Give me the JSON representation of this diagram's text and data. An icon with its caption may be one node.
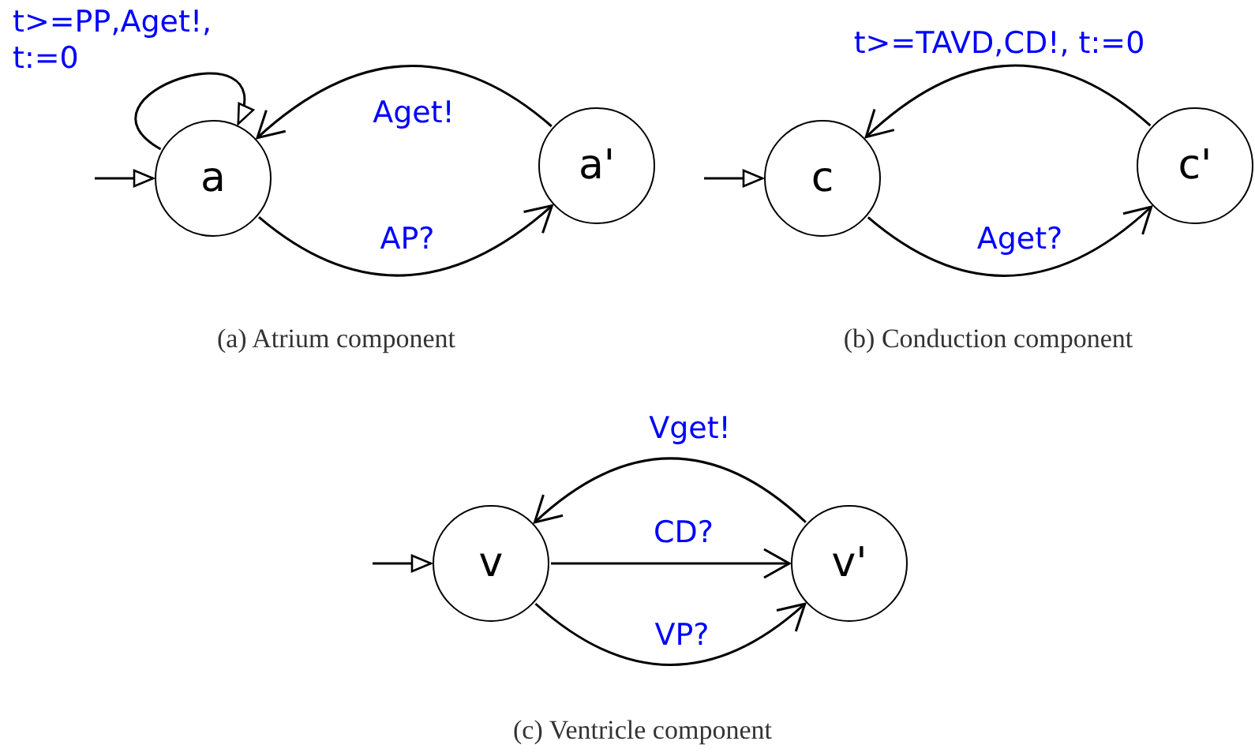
{
  "diagram": {
    "nodes": [
      {
        "text": [
          "a"
        ]
      },
      {
        "text": [
          "a'"
        ]
      },
      {
        "text": [
          "c"
        ]
      },
      {
        "text": [
          "c'"
        ]
      },
      {
        "text": [
          "v"
        ]
      },
      {
        "text": [
          "v'"
        ]
      }
    ],
    "edges": [
      {
        "from": null,
        "to": 0,
        "arrow": "to"
      },
      {
        "from": 0,
        "to": 0,
        "arrow": "to",
        "label": "t>=PP,Aget!, t:=0"
      },
      {
        "from": 1,
        "to": 0,
        "arrow": "to",
        "label": "Aget!"
      },
      {
        "from": 0,
        "to": 1,
        "arrow": "to",
        "label": "AP?"
      },
      {
        "from": null,
        "to": 2,
        "arrow": "to"
      },
      {
        "from": 3,
        "to": 2,
        "arrow": "to",
        "label": "t>=TAVD,CD!, t:=0"
      },
      {
        "from": 2,
        "to": 3,
        "arrow": "to",
        "label": "Aget?"
      },
      {
        "from": null,
        "to": 4,
        "arrow": "to"
      },
      {
        "from": 5,
        "to": 4,
        "arrow": "to",
        "label": "Vget!"
      },
      {
        "from": 4,
        "to": 5,
        "arrow": "to",
        "label": "CD?"
      },
      {
        "from": 4,
        "to": 5,
        "arrow": "to",
        "label": "VP?"
      }
    ],
    "labels": [
      "(a) Atrium component",
      "(b) Conduction component",
      "(c) Ventricle component"
    ]
  }
}
